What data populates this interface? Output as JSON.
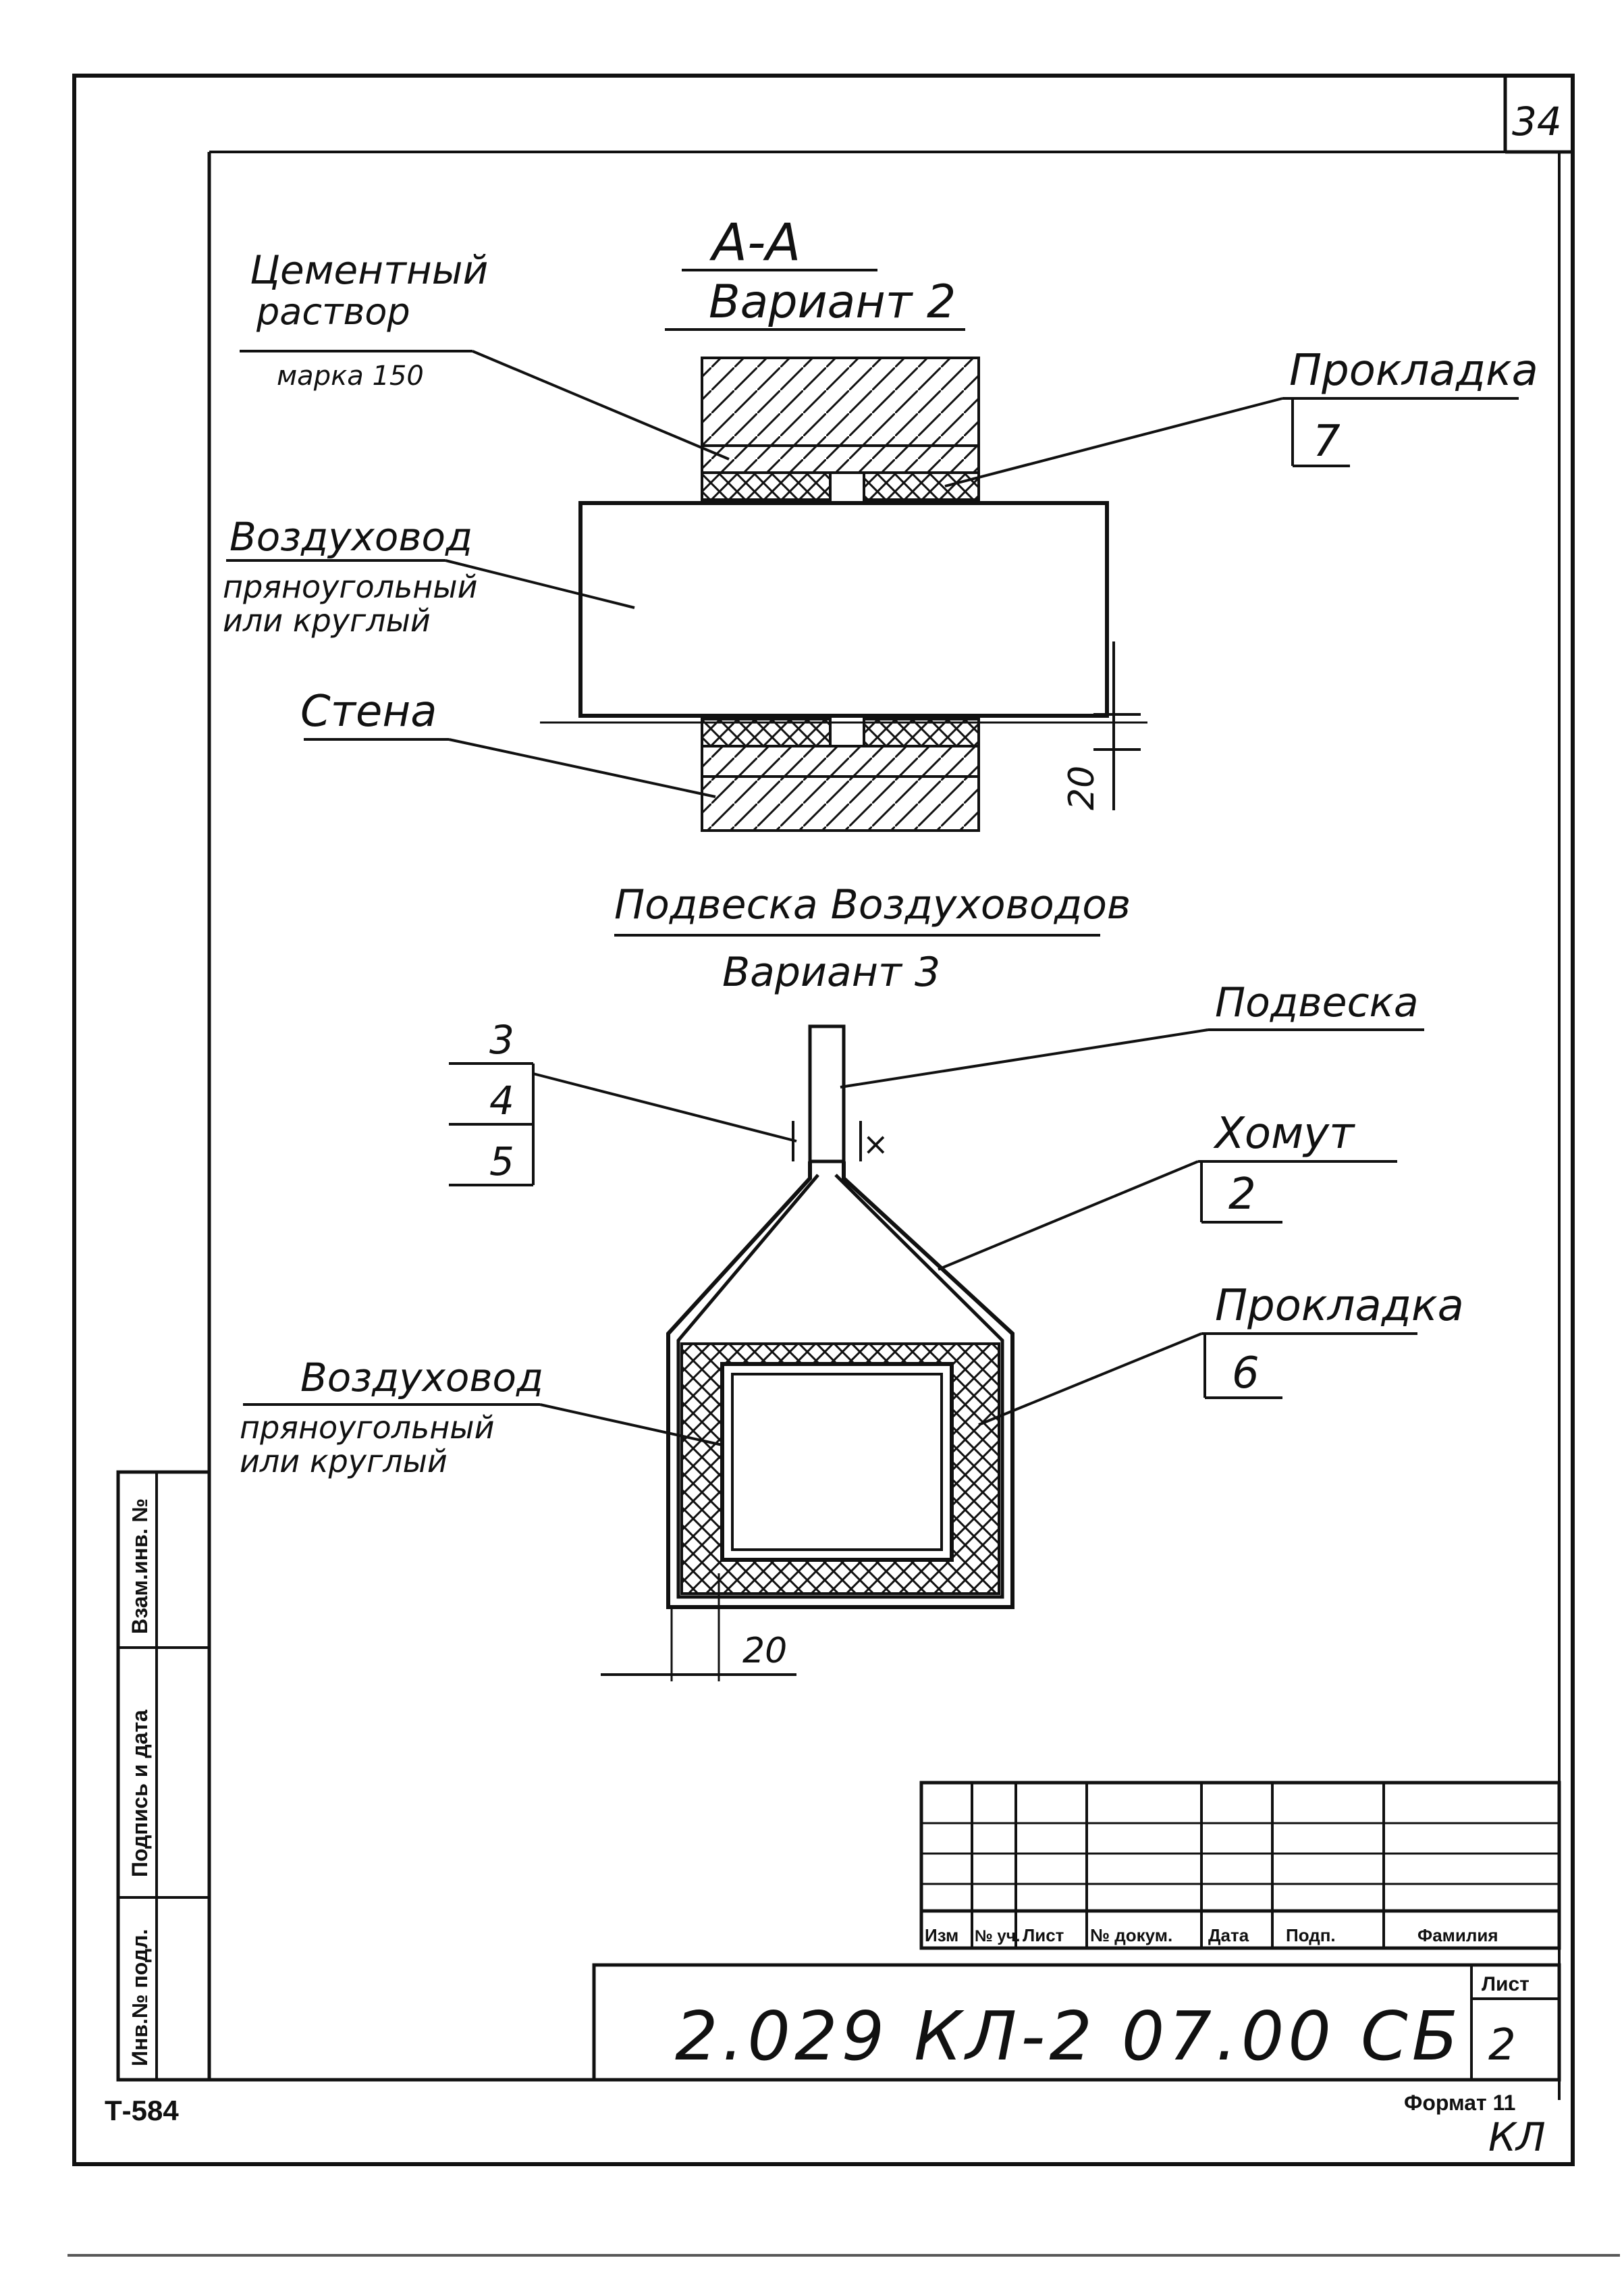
{
  "sheet_number_corner": "34",
  "section_aa": {
    "title": "А-А",
    "variant": "Вариант 2",
    "labels": {
      "cement": [
        "Цементный",
        "раствор",
        "марка 150"
      ],
      "gasket": "Прокладка",
      "gasket_pos": "7",
      "duct": [
        "Воздуховод",
        "пряноугольный",
        "или круглый"
      ],
      "wall": "Стена",
      "dim_20": "20"
    }
  },
  "hanger": {
    "title": "Подвеска Воздуховодов",
    "variant": "Вариант 3",
    "labels": {
      "hanger": "Подвеска",
      "clamp": "Хомут",
      "clamp_pos": "2",
      "gasket": "Прокладка",
      "gasket_pos": "6",
      "pos_stack": [
        "3",
        "4",
        "5"
      ],
      "duct": [
        "Воздуховод",
        "пряноугольный",
        "или круглый"
      ],
      "dim_20": "20"
    }
  },
  "side_stamp": [
    "Инв.№ подл.",
    "Подпись и дата",
    "Взам.инв. №"
  ],
  "title_block": {
    "headers": [
      "Изм",
      "№ уч.",
      "Лист",
      "№ докум.",
      "Дата",
      "Подп.",
      "Фамилия"
    ],
    "doc_code": "2.029 КЛ-2 07.00 СБ",
    "sheet_label": "Лист",
    "sheet_no": "2"
  },
  "format_label": "Формат 11",
  "corner_mark": "КЛ",
  "bottom_left_code": "Т-584"
}
